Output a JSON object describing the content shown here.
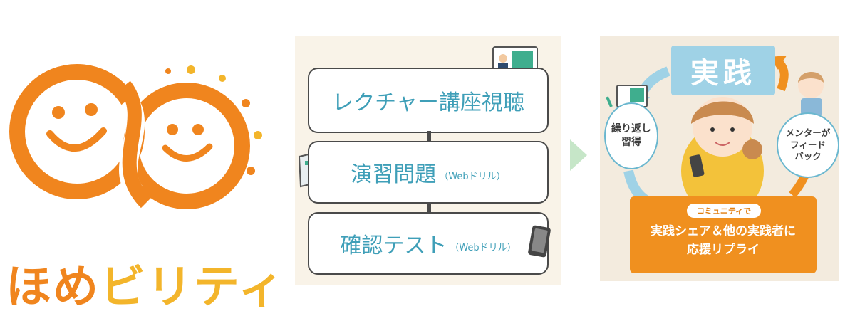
{
  "logo": {
    "text_part1": "ほめ",
    "text_part2": "ビリティ",
    "colors": {
      "orange": "#f0851e",
      "yellow": "#f3b52b"
    }
  },
  "flow": {
    "steps": [
      {
        "label": "レクチャー講座視聴",
        "note": ""
      },
      {
        "label": "演習問題",
        "note": "（Webドリル）"
      },
      {
        "label": "確認テスト",
        "note": "（Webドリル）"
      }
    ],
    "icons": [
      "video-lecture-icon",
      "notebook-pen-icon",
      "smartphone-icon"
    ]
  },
  "cycle": {
    "center_label": "実践",
    "left_bubble": "繰り返し\n習得",
    "right_bubble": "メンターが\nフィード\nバック",
    "community_tag": "コミュニティで",
    "community_line1": "実践シェア＆他の実践者に",
    "community_line2": "応援リプライ"
  },
  "colors": {
    "teal_text": "#3f9fb8",
    "accent_orange": "#f0901f",
    "panel_bg": "#f9f3e8",
    "label_blue": "#9fd2e6",
    "arrow_green": "#c6e6c8"
  }
}
